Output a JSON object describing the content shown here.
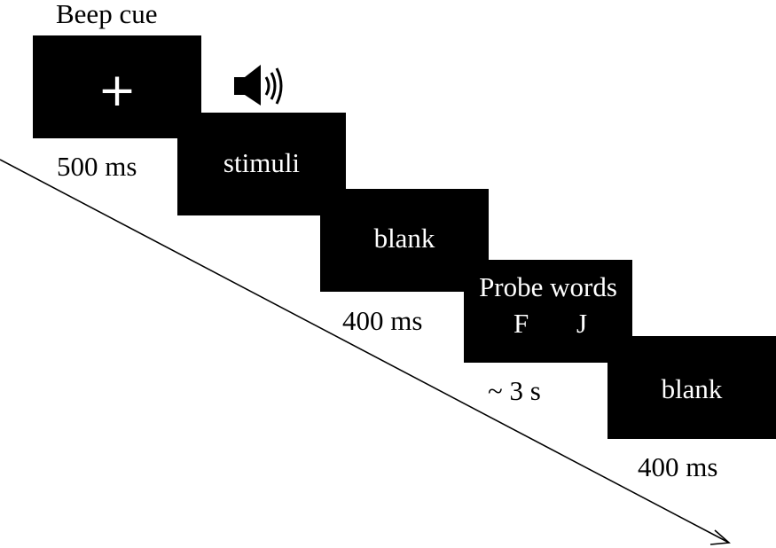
{
  "diagram": {
    "cue_label": "Beep cue",
    "fixation_symbol": "+",
    "icons": {
      "cue": "speaker-icon"
    },
    "screens": [
      {
        "label": "",
        "duration": "500 ms"
      },
      {
        "label": "stimuli",
        "duration": ""
      },
      {
        "label": "blank",
        "duration": "400 ms"
      },
      {
        "label": "Probe words",
        "keys": [
          "F",
          "J"
        ],
        "duration": "~ 3 s"
      },
      {
        "label": "blank",
        "duration": "400 ms"
      }
    ],
    "colors": {
      "screen": "#000000",
      "screen_text": "#ffffff",
      "background": "#ffffff"
    }
  }
}
